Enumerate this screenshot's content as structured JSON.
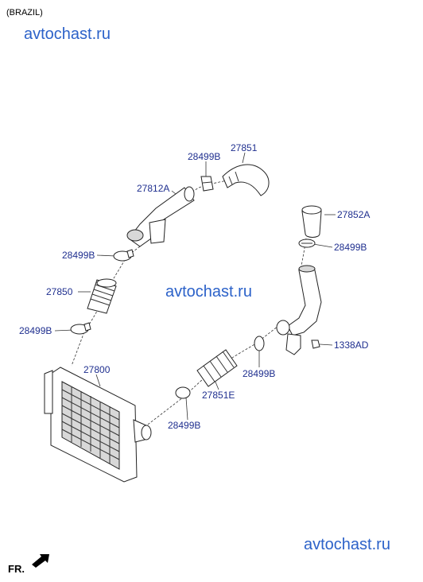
{
  "region_label": "(BRAZIL)",
  "watermarks": [
    "avtochast.ru",
    "avtochast.ru",
    "avtochast.ru"
  ],
  "orientation_label": "FR.",
  "colors": {
    "label": "#1f2f8f",
    "watermark": "#2c62c9"
  },
  "labels": {
    "p28499b_top": "28499B",
    "p27851": "27851",
    "p27812a": "27812A",
    "p27852a": "27852A",
    "p28499b_left1": "28499B",
    "p28499b_right1": "28499B",
    "p27850": "27850",
    "p28499b_left2": "28499B",
    "p1338ad": "1338AD",
    "p27800": "27800",
    "p28499b_mid": "28499B",
    "p27851e": "27851E",
    "p28499b_bottom": "28499B"
  }
}
